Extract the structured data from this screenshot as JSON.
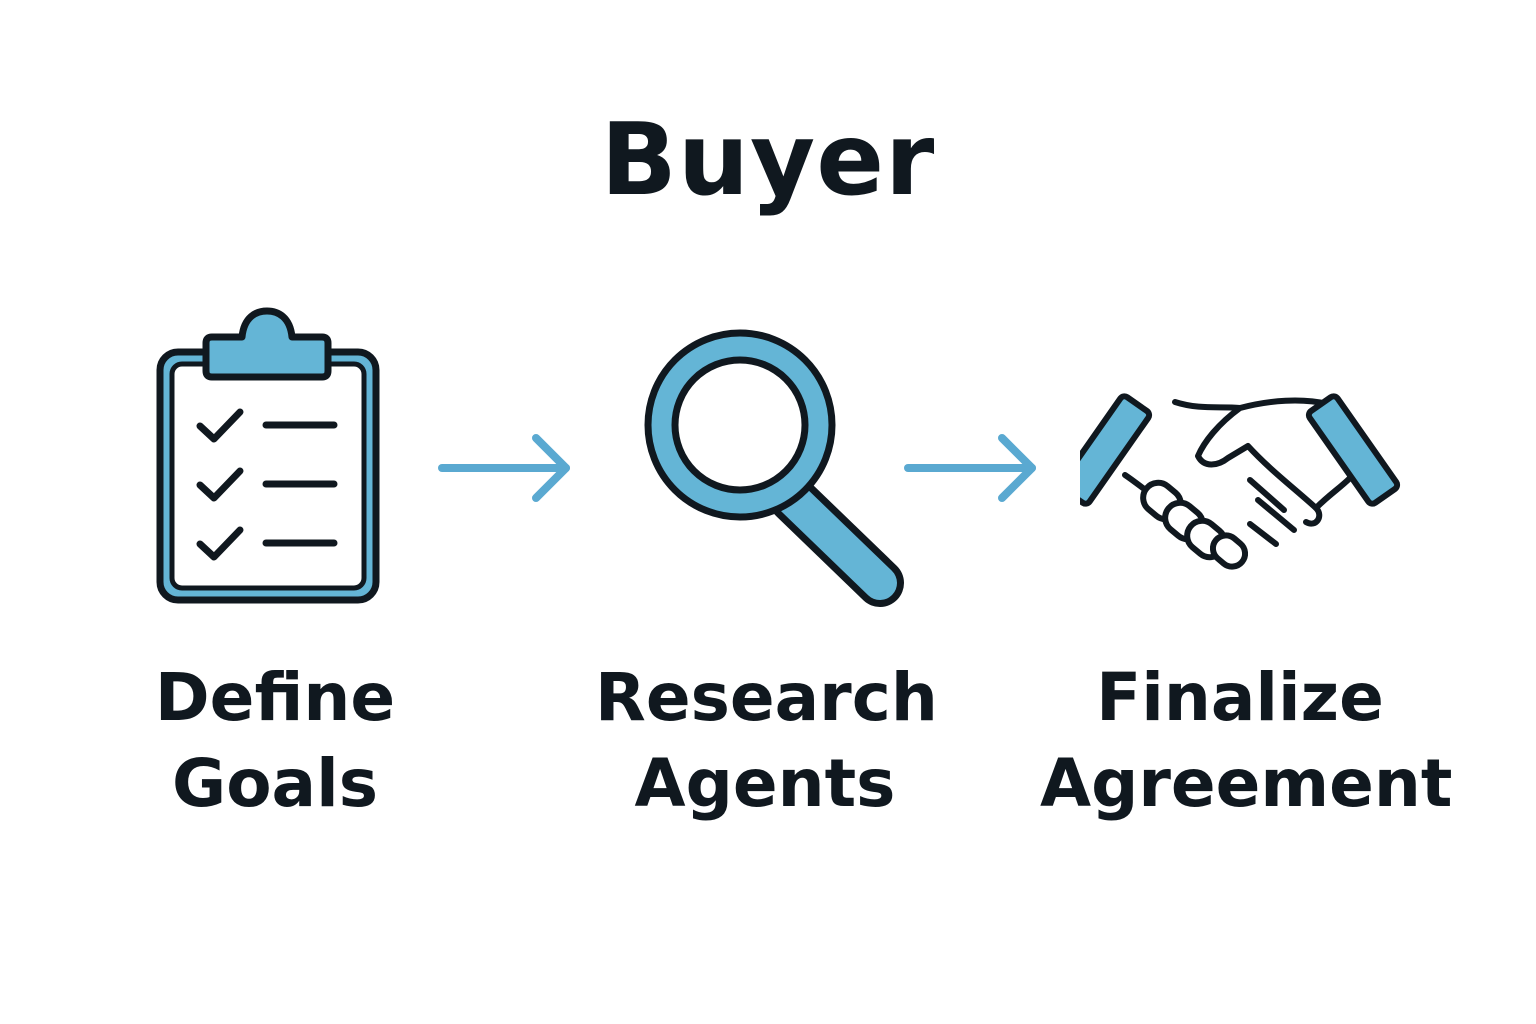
{
  "diagram": {
    "title": "Buyer",
    "accent_color": "#64b5d6",
    "stroke_color": "#10181f",
    "arrow_color": "#5aa9d1",
    "steps": [
      {
        "icon": "clipboard-checklist-icon",
        "line1": "Define",
        "line2": "Goals"
      },
      {
        "icon": "magnifying-glass-icon",
        "line1": "Research",
        "line2": "Agents"
      },
      {
        "icon": "handshake-icon",
        "line1": "Finalize",
        "line2": "Agreement"
      }
    ],
    "connectors": [
      "arrow-right-icon",
      "arrow-right-icon"
    ]
  }
}
